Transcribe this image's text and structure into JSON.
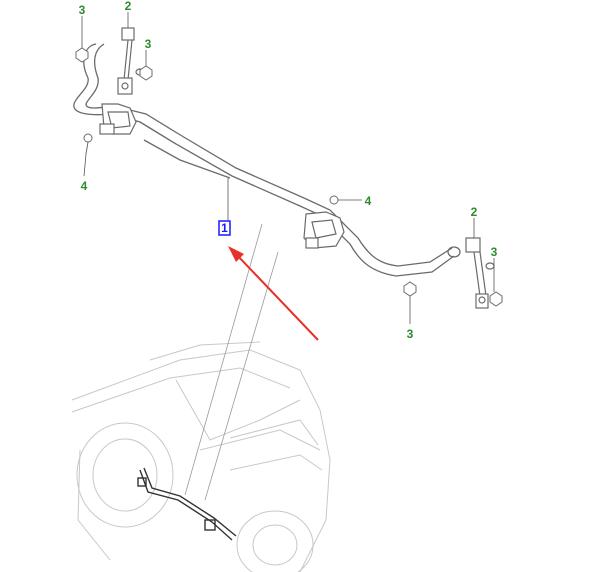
{
  "colors": {
    "line": "#6b6b6b",
    "ghost": "#c8c8c8",
    "callout_green": "#2e8b2e",
    "callout_blue": "#1a1aff",
    "arrow_red": "#e8312a"
  },
  "callouts": {
    "main": "1",
    "link_left": "2",
    "link_right": "2",
    "nut_left_top": "3",
    "nut_left_mid": "3",
    "nut_right_top": "3",
    "nut_right_bottom": "3",
    "bolt_left": "4",
    "bolt_right": "4"
  },
  "icons": {
    "pointer": "red-arrow-icon",
    "vehicle": "suv-outline-icon"
  }
}
